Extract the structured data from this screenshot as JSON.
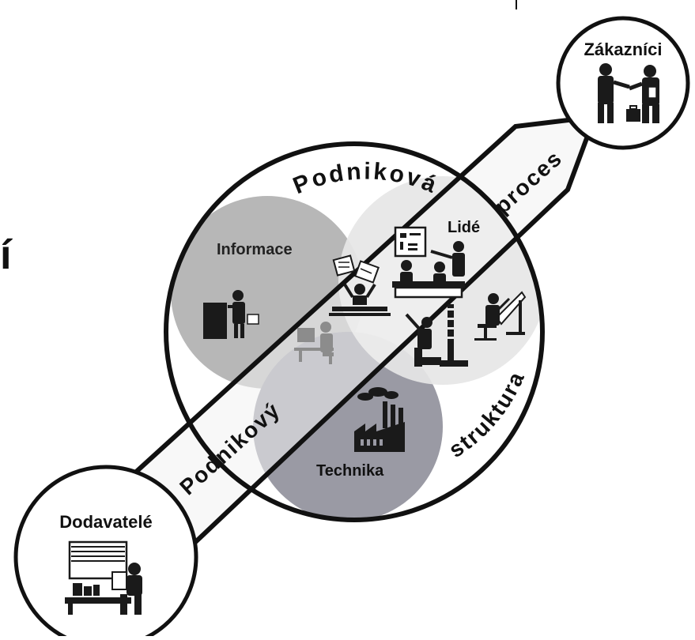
{
  "labels": {
    "customers": "Zákazníci",
    "suppliers": "Dodavatelé",
    "information": "Informace",
    "people": "Lidé",
    "technology": "Technika",
    "structure_top": "Podniková",
    "structure_right": "struktura",
    "process_bottom": "Podnikový",
    "process_top": "proces",
    "edge_fragment": "í"
  },
  "colors": {
    "outline": "#111111",
    "information_circle": "#b3b3b3",
    "people_circle": "#e6e6e6",
    "technology_circle": "#9a9aa4",
    "process_band": "#f2f2f2",
    "figure": "#1a1a1a",
    "figure_faded": "#8c8c8c"
  },
  "icons": [
    "handshake-icon",
    "warehouse-worker-icon",
    "filing-clerk-icon",
    "office-worker-icon",
    "team-meeting-icon",
    "juggler-icon",
    "engineer-icon",
    "drafting-icon",
    "factory-icon"
  ]
}
